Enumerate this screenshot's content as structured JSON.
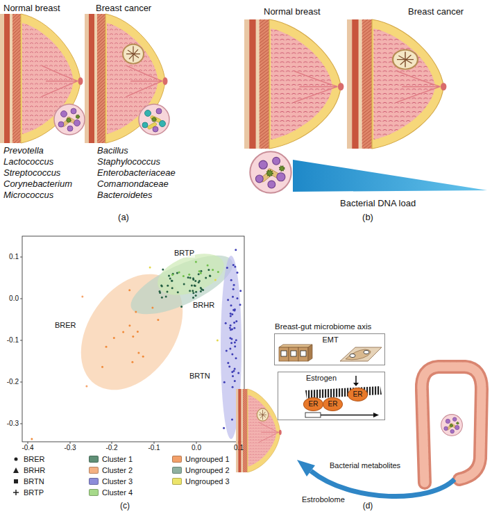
{
  "diagram": {
    "nodes": [
      {
        "text": [
          "Breast-gut microbiome axis",
          "EMT"
        ]
      },
      {
        "text": [
          "Estrogen"
        ]
      },
      {
        "text": [
          "ER"
        ],
        "in": 1
      },
      {
        "text": [
          "ER"
        ],
        "in": 1
      },
      {
        "text": [
          "ER"
        ],
        "in": 1
      }
    ],
    "labels": [
      "Normal breast",
      "Breast cancer",
      "Prevotella",
      "Lactococcus",
      "Streptococcus",
      "Corynebacterium",
      "Micrococcus",
      "Bacillus",
      "Staphylococcus",
      "Enterobacteriaceae",
      "Comamondaceae",
      "Bacteroidetes",
      "(a)",
      "Normal breast",
      "Breast cancer",
      "Bacterial DNA load",
      "(b)",
      "0.1",
      "0.0",
      "-0.1",
      "-0.2",
      "-0.3",
      "-0.4",
      "-0.3",
      "-0.2",
      "-0.1",
      "0.0",
      "0.1",
      "BRER",
      "BRTP",
      "BRHR",
      "BRTN",
      "(c)",
      "Bacterial metabolites",
      "Estrobolome",
      "(d)"
    ],
    "legend": [
      {
        "text": "BRER"
      },
      {
        "text": "BRHR"
      },
      {
        "text": "BRTN"
      },
      {
        "text": "BRTP"
      },
      {
        "text": "Cluster 1",
        "color": "#5f8f76"
      },
      {
        "text": "Cluster 2",
        "color": "#f4b183"
      },
      {
        "text": "Cluster 3",
        "color": "#8c8cd9"
      },
      {
        "text": "Cluster 4",
        "color": "#a6d98a"
      },
      {
        "text": "Ungrouped 1",
        "color": "#f3a06a"
      },
      {
        "text": "Ungrouped 2",
        "color": "#8fb0a0"
      },
      {
        "text": "Ungrouped 3",
        "color": "#ece46a"
      }
    ]
  }
}
